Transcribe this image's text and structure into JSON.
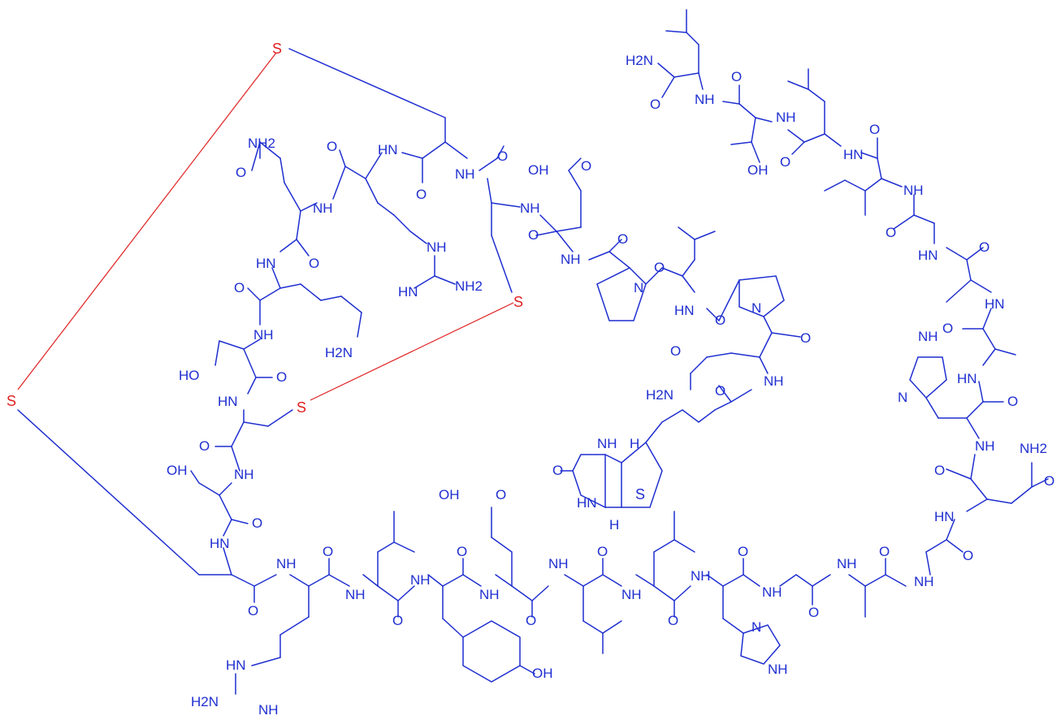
{
  "colors": {
    "bond": "#1f2fd0",
    "disulfide": "#e02020",
    "background": "#ffffff"
  },
  "atoms": {
    "s_top": "S",
    "s_left": "S",
    "s_mid": "S",
    "s_low": "S",
    "s_biotin": "S",
    "h2n_top": "H2N",
    "nh_1": "NH",
    "o_1": "O",
    "hn_1": "HN",
    "o_2": "O",
    "nh_2": "NH",
    "oh_thr": "OH",
    "o_3": "O",
    "hn_2": "HN",
    "o_4": "O",
    "nh_3": "NH",
    "o_5": "O",
    "hn_3": "HN",
    "o_6": "O",
    "hn_4": "HN",
    "o_7": "O",
    "hn_5": "HN",
    "o_8": "O",
    "nh_his": "NH",
    "n_his": "N",
    "hn_6": "HN",
    "o_9": "O",
    "nh_4": "NH",
    "nh2_asn": "NH2",
    "o_10": "O",
    "o_11": "O",
    "hn_7": "HN",
    "o_12": "O",
    "nh_5": "NH",
    "nh2_gln": "NH2",
    "o_13": "O",
    "o_14": "O",
    "nh_6": "NH",
    "o_15": "O",
    "nh_7": "NH",
    "nh_8": "NH",
    "o_16": "O",
    "o_17": "O",
    "nh_9": "NH",
    "hn_8": "HN",
    "oh_ser": "OH",
    "o_18": "O",
    "hn_9": "HN",
    "nh_10": "NH",
    "o_19": "O",
    "oh_thr2": "HO",
    "o_20": "O",
    "hn_10": "HN",
    "o_21": "O",
    "nh_11": "NH",
    "h2n_lys": "H2N",
    "nh_12": "NH",
    "o_22": "O",
    "nh_13": "NH",
    "o_23": "O",
    "nh_arg": "NH",
    "nh2_arg": "NH2",
    "hn_arg": "HN",
    "nh_14": "NH",
    "o_24": "O",
    "oh_asp": "OH",
    "o_25": "O",
    "nh_15": "NH",
    "o_26": "O",
    "o_27": "O",
    "n_pro1": "N",
    "o_28": "O",
    "hn_11": "HN",
    "n_pro2": "N",
    "o_29": "O",
    "o_30": "O",
    "h2n_gln2": "H2N",
    "o_31": "O",
    "nh_16": "NH",
    "nh_b1": "NH",
    "h_b1": "H",
    "o_b": "O",
    "hn_b": "HN",
    "h_b2": "H",
    "o_32": "O",
    "hn_12": "HN",
    "nh_17": "NH",
    "o_33": "O",
    "o_34": "O",
    "nh_18": "NH",
    "o_35": "O",
    "nh_19": "NH",
    "o_36": "O",
    "nh_20": "NH",
    "oh_glu": "OH",
    "o_37": "O",
    "o_38": "O",
    "nh_21": "NH",
    "o_39": "O",
    "nh_22": "NH",
    "o_40": "O",
    "nh_23": "NH",
    "oh_tyr": "OH",
    "o_41": "O",
    "hn_13": "HN",
    "o_42": "O",
    "hn_arg2": "HN",
    "h2n_arg2": "H2N",
    "nh_arg2": "NH",
    "n_his2": "N",
    "nh_his2": "NH",
    "o_43": "O",
    "nh_24": "NH",
    "o_44": "O",
    "nh_25": "NH",
    "o_45": "O",
    "nh_26": "NH",
    "o_46": "O",
    "nh_27": "NH",
    "o_47": "O"
  }
}
